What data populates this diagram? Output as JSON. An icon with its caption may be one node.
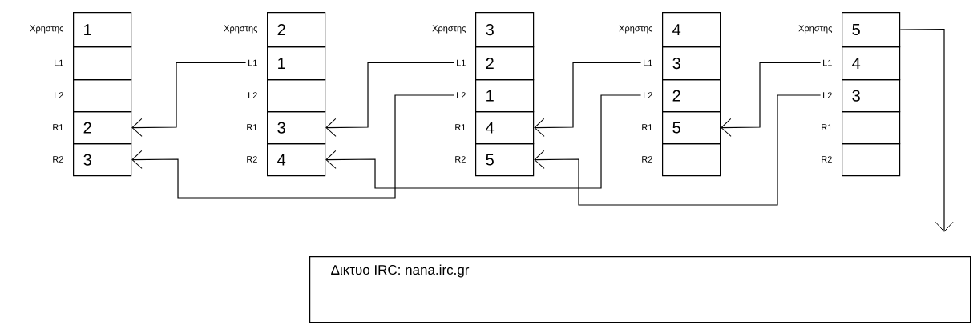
{
  "diagram": {
    "nodes": [
      {
        "text": [
          "1"
        ]
      },
      {
        "text": [],
        "shape": "box"
      },
      {
        "text": [],
        "shape": "box"
      },
      {
        "text": [
          "2"
        ]
      },
      {
        "text": [
          "3"
        ]
      },
      {
        "text": [
          "L1"
        ]
      },
      {
        "text": [
          "2"
        ]
      },
      {
        "text": [
          "1"
        ]
      },
      {
        "text": [],
        "shape": "box"
      },
      {
        "text": [
          "3"
        ]
      },
      {
        "text": [
          "4"
        ]
      },
      {
        "text": [
          "L1"
        ]
      },
      {
        "text": [
          "L2"
        ]
      },
      {
        "text": [
          "3"
        ]
      },
      {
        "text": [
          "2"
        ]
      },
      {
        "text": [
          "1"
        ]
      },
      {
        "text": [
          "4"
        ]
      },
      {
        "text": [
          "5"
        ]
      },
      {
        "text": [
          "L1"
        ]
      },
      {
        "text": [
          "L2"
        ]
      },
      {
        "text": [
          "4"
        ]
      },
      {
        "text": [
          "3"
        ]
      },
      {
        "text": [
          "2"
        ]
      },
      {
        "text": [
          "5"
        ]
      },
      {
        "text": [],
        "shape": "box"
      },
      {
        "text": [
          "L1"
        ]
      },
      {
        "text": [
          "L2"
        ]
      },
      {
        "text": [
          "5"
        ]
      },
      {
        "text": [
          "4"
        ]
      },
      {
        "text": [
          "3"
        ]
      },
      {
        "text": [],
        "shape": "box"
      },
      {
        "text": [],
        "shape": "box"
      },
      {
        "text": [
          "Δικτυο IRC: nana.irc.gr"
        ]
      }
    ],
    "edges": [
      {
        "from": 5,
        "to": 3,
        "arrow": "to"
      },
      {
        "from": 12,
        "to": 4,
        "arrow": "to"
      },
      {
        "from": 11,
        "to": 9,
        "arrow": "to"
      },
      {
        "from": 19,
        "to": 10,
        "arrow": "to"
      },
      {
        "from": 18,
        "to": 16,
        "arrow": "to"
      },
      {
        "from": 26,
        "to": 17,
        "arrow": "to"
      },
      {
        "from": 25,
        "to": 23,
        "arrow": "to"
      },
      {
        "from": 27,
        "to": 32,
        "arrow": "to"
      }
    ],
    "labels": [
      "Χρηστης",
      "L1",
      "L2",
      "R1",
      "R2",
      "Χρηστης",
      "L2",
      "R1",
      "R2",
      "Χρηστης",
      "R1",
      "R2",
      "Χρηστης",
      "R1",
      "R2",
      "Χρηστης",
      "R1",
      "R2"
    ]
  }
}
